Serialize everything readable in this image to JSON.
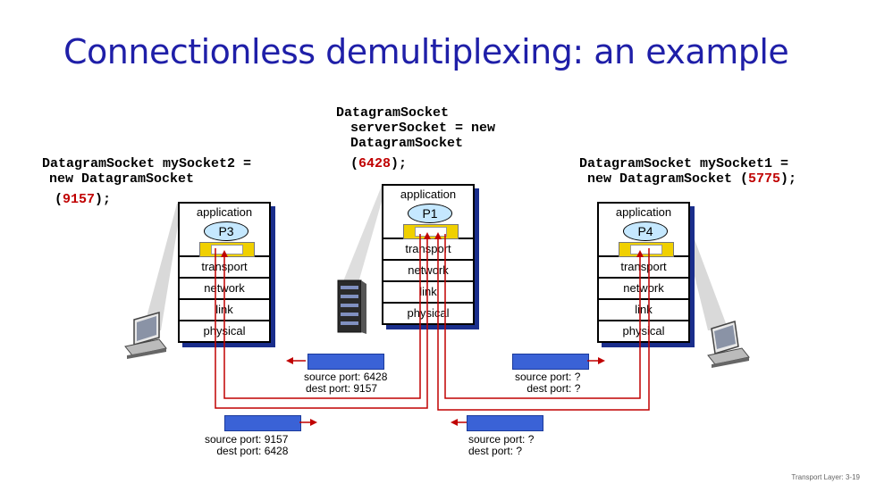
{
  "title": "Connectionless demultiplexing: an example",
  "code": {
    "server": {
      "line1": "DatagramSocket",
      "line2": "serverSocket = new",
      "line3": "DatagramSocket",
      "open": "(",
      "port": "6428",
      "close": ");"
    },
    "left": {
      "line1": "DatagramSocket mySocket2 =",
      "line2": "new DatagramSocket",
      "open": "(",
      "port": "9157",
      "close": ");"
    },
    "right": {
      "line1": "DatagramSocket mySocket1 =",
      "line2_prefix": "new DatagramSocket (",
      "port": "5775",
      "close": ");"
    }
  },
  "hosts": {
    "left": {
      "layers": [
        "application",
        "transport",
        "network",
        "link",
        "physical"
      ],
      "process": "P3"
    },
    "center": {
      "layers": [
        "application",
        "transport",
        "network",
        "link",
        "physical"
      ],
      "process": "P1"
    },
    "right": {
      "layers": [
        "application",
        "transport",
        "network",
        "link",
        "physical"
      ],
      "process": "P4"
    }
  },
  "packets": {
    "p1": {
      "src": "source port: 6428",
      "dst": "dest port: 9157"
    },
    "p2": {
      "src": "source port: ?",
      "dst": "dest port: ?"
    },
    "p3": {
      "src": "source port: 9157",
      "dst": "dest port: 6428"
    },
    "p4": {
      "src": "source port: ?",
      "dst": "dest port: ?"
    }
  },
  "colors": {
    "title": "#1f1fa8",
    "port": "#c00000",
    "arrow": "#c00000",
    "packet": "#3a62d6",
    "socket": "#f0d000",
    "process": "#c5e8ff",
    "shadow": "#1a2e8c"
  },
  "icons": {
    "left": "desktop-computer-icon",
    "center": "server-tower-icon",
    "right": "desktop-computer-icon"
  },
  "footer": "Transport Layer: 3-19"
}
